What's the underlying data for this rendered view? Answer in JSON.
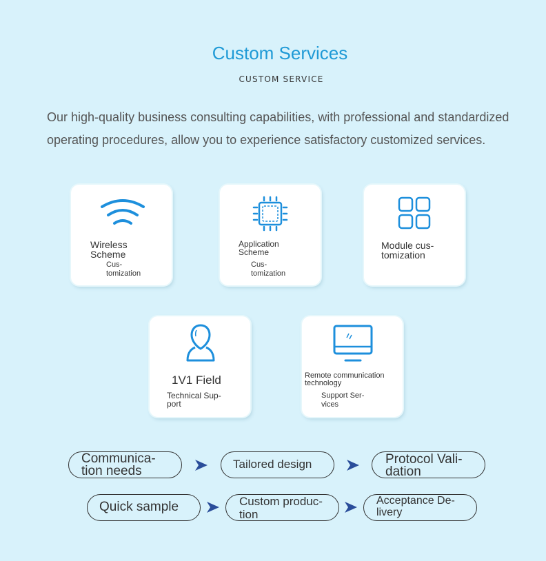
{
  "header": {
    "title": "Custom Services",
    "subtitle": "CUSTOM SERVICE",
    "intro": "Our high-quality business consulting capabilities, with professional and standardized operating procedures, allow you to experience satisfactory customized services."
  },
  "services": [
    {
      "icon": "wifi-icon",
      "label": "Wireless Scheme",
      "sub": "Cus- tomization"
    },
    {
      "icon": "chip-icon",
      "label": "Application Scheme",
      "sub": "Cus- tomization"
    },
    {
      "icon": "grid-icon",
      "label": "Module cus- tomization",
      "sub": ""
    },
    {
      "icon": "person-icon",
      "label": "1V1 Field",
      "sub": "Technical Sup- port"
    },
    {
      "icon": "monitor-icon",
      "label": "Remote communication technology",
      "sub": "Support Ser- vices"
    }
  ],
  "process": {
    "steps": [
      "Communica- tion needs",
      "Tailored design",
      "Protocol Vali- dation",
      "Quick sample",
      "Custom produc- tion",
      "Acceptance De- livery"
    ]
  },
  "colors": {
    "background": "#d8f2fb",
    "title": "#1f9ad6",
    "icon": "#1d8fdc",
    "arrow": "#2a4d9a"
  }
}
